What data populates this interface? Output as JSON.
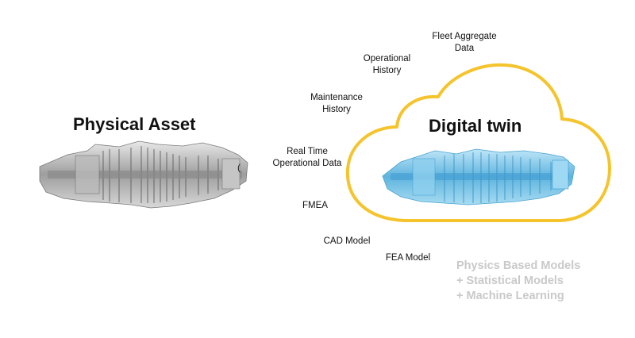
{
  "diagram": {
    "physical_title": "Physical Asset",
    "digital_title": "Digital twin",
    "data_sources": [
      {
        "id": "fleet",
        "text": "Fleet Aggregate\nData"
      },
      {
        "id": "operational-history",
        "text": "Operational\nHistory"
      },
      {
        "id": "maintenance-history",
        "text": "Maintenance\nHistory"
      },
      {
        "id": "realtime",
        "text": "Real Time\nOperational Data"
      },
      {
        "id": "fmea",
        "text": "FMEA"
      },
      {
        "id": "cad",
        "text": "CAD Model"
      },
      {
        "id": "fea",
        "text": "FEA Model"
      }
    ],
    "models_text": "Physics Based Models\n+ Statistical Models\n+ Machine Learning",
    "stray_glyph": "(",
    "colors": {
      "cloud_outline": "#f5c42c",
      "engine_physical": "#9a9a9a",
      "engine_digital": "#7cc4e6",
      "models_text": "#c9c9c9"
    },
    "icons": [
      "physical-turbine-engine",
      "digital-twin-turbine-engine",
      "cloud-outline"
    ]
  }
}
